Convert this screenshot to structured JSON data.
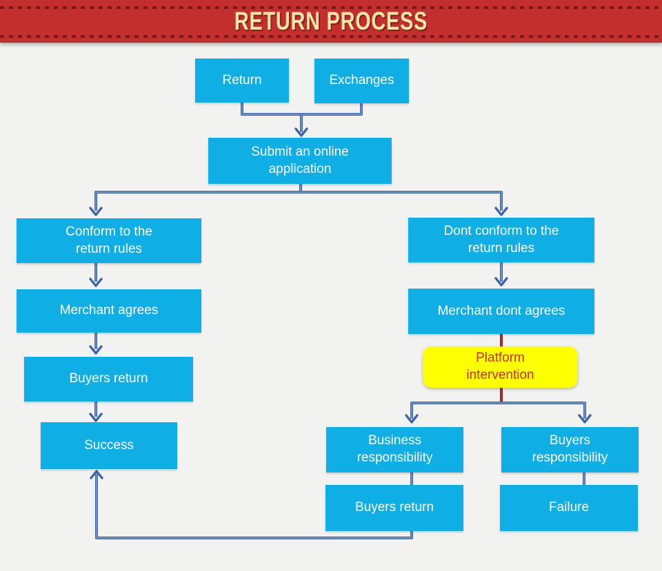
{
  "banner": {
    "title": "RETURN PROCESS"
  },
  "colors": {
    "banner_bg": "#c22f2e",
    "banner_dash": "#7a1717",
    "banner_text": "#f5e5a6",
    "node_fill": "#0faee4",
    "node_text": "#ffffff",
    "highlight_fill": "#fdff00",
    "highlight_text": "#c5342b",
    "connector_blue": "#3a63a8",
    "connector_red": "#8e1b1e",
    "background": "#f2f2f1"
  },
  "nodes": {
    "return": {
      "label": "Return"
    },
    "exchanges": {
      "label": "Exchanges"
    },
    "submit": {
      "label": "Submit an online\napplication"
    },
    "conform": {
      "label": "Conform to the\nreturn rules"
    },
    "dont_conform": {
      "label": "Dont conform to the\nreturn rules"
    },
    "merchant_agrees": {
      "label": "Merchant agrees"
    },
    "merchant_dont_agrees": {
      "label": "Merchant dont agrees"
    },
    "buyers_return": {
      "label": "Buyers return"
    },
    "success": {
      "label": "Success"
    },
    "platform_intervention": {
      "label": "Platform\nintervention"
    },
    "business_responsibility": {
      "label": "Business\nresponsibility"
    },
    "buyers_responsibility": {
      "label": "Buyers\nresponsibility"
    },
    "buyers_return_2": {
      "label": "Buyers return"
    },
    "failure": {
      "label": "Failure"
    }
  }
}
